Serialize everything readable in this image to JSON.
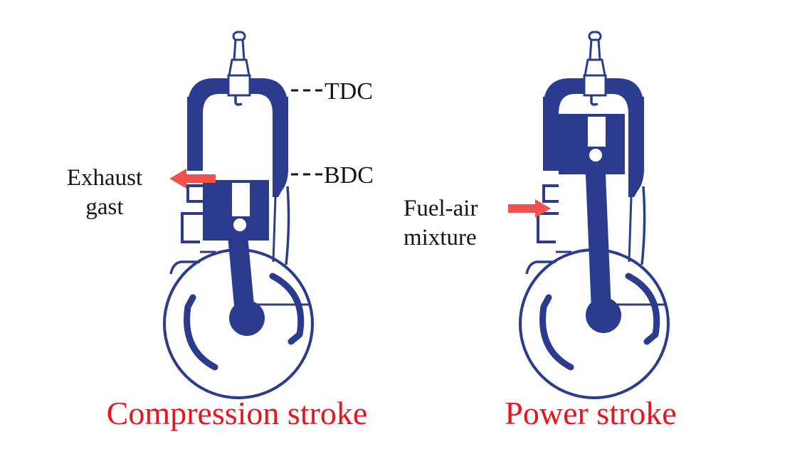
{
  "colors": {
    "engine_blue": "#2b3c8e",
    "arrow_red": "#f0534f",
    "caption_red": "#e9141e",
    "label_black": "#141414",
    "background": "#ffffff"
  },
  "left_engine": {
    "caption": "Compression stroke",
    "tdc_label": "TDC",
    "bdc_label": "BDC",
    "flow_label_line1": "Exhaust",
    "flow_label_line2": "gast",
    "flow_direction": "left"
  },
  "right_engine": {
    "caption": "Power stroke",
    "flow_label_line1": "Fuel-air",
    "flow_label_line2": "mixture",
    "flow_direction": "right"
  }
}
